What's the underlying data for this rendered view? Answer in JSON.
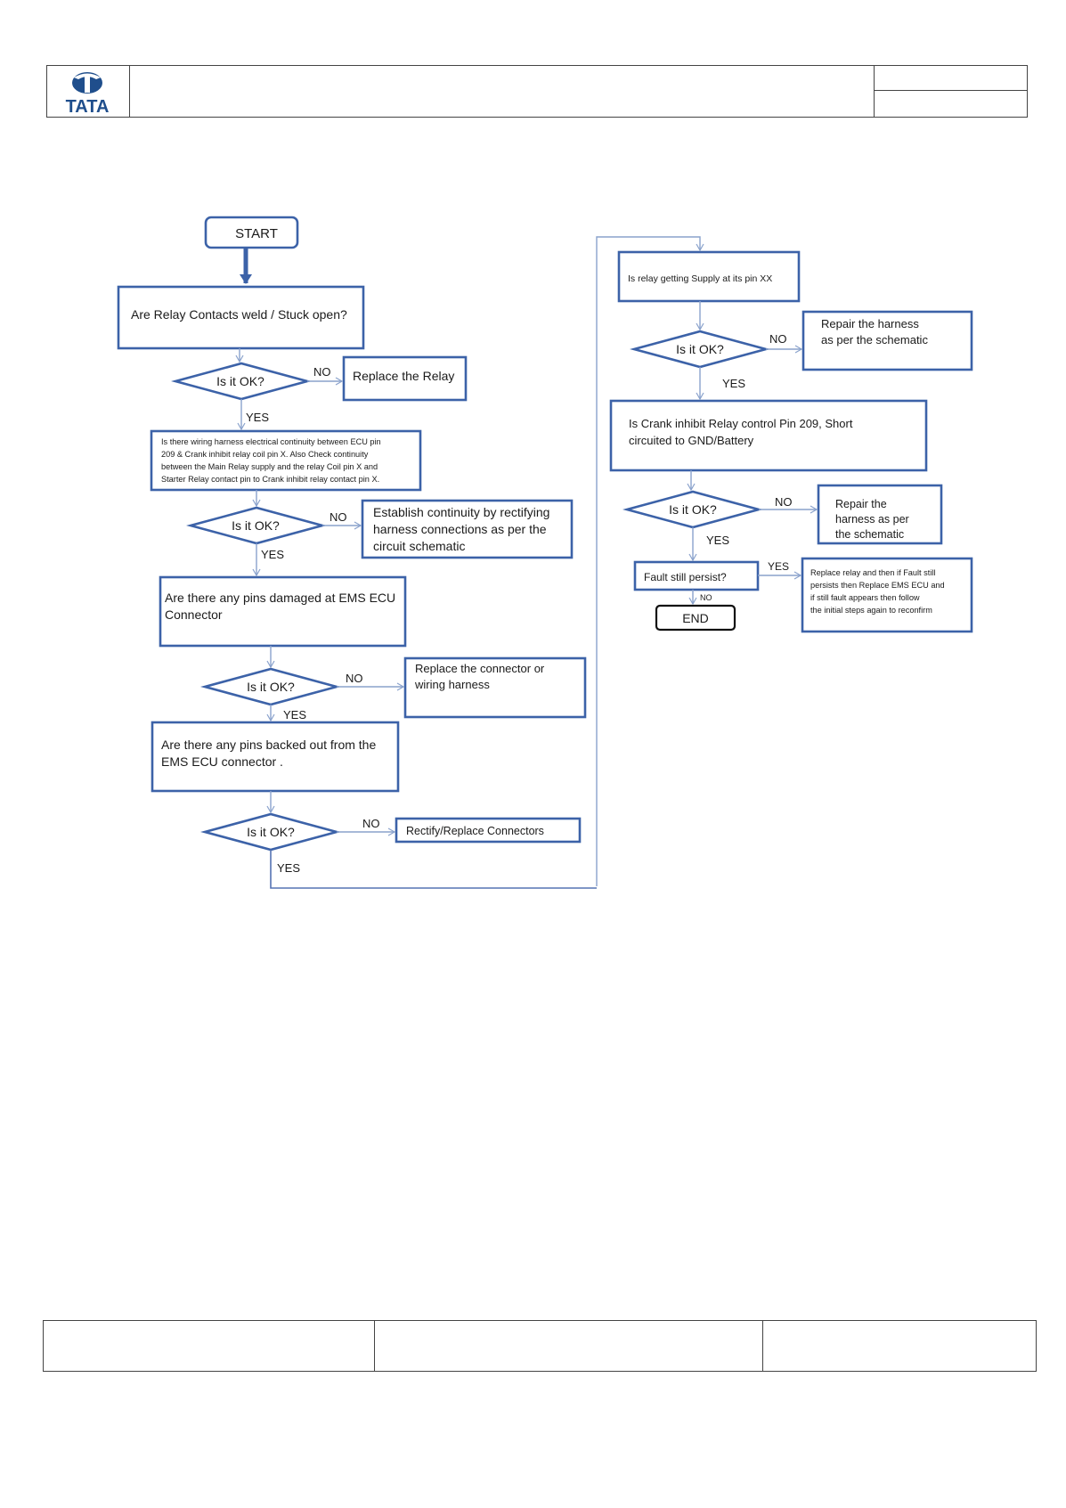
{
  "header": {
    "logo_text": "TATA",
    "title": "",
    "right_top": "",
    "right_bottom": ""
  },
  "flowchart": {
    "start": "START",
    "q_relay_contacts": "Are Relay Contacts weld / Stuck open?",
    "is_ok": "Is it OK?",
    "yes": "YES",
    "no": "NO",
    "replace_relay": "Replace the Relay",
    "continuity_check": [
      "Is there wiring harness electrical continuity between ECU pin",
      "209 & Crank inhibit relay coil pin X. Also Check continuity",
      "between the Main Relay supply and the relay Coil pin X and",
      "Starter Relay contact pin to Crank inhibit relay contact pin X."
    ],
    "establish_continuity": [
      "Establish continuity by rectifying",
      "harness connections as per the",
      "circuit schematic"
    ],
    "pins_damaged": [
      "Are there any pins damaged at EMS ECU",
      "Connector"
    ],
    "replace_connector": [
      "Replace the connector or",
      "wiring harness"
    ],
    "pins_backed_out": [
      "Are there any pins backed out from the",
      "EMS ECU connector ."
    ],
    "rectify_connectors": "Rectify/Replace Connectors",
    "relay_supply": "Is relay getting Supply at its pin XX",
    "repair_harness_1": [
      "Repair the harness",
      "as per the schematic"
    ],
    "crank_inhibit_short": [
      "Is Crank inhibit Relay control Pin 209, Short",
      "circuited to GND/Battery"
    ],
    "repair_harness_2": [
      "Repair the",
      "harness as per",
      "the schematic"
    ],
    "fault_persist": "Fault still persist?",
    "replace_relay_ecu": [
      "Replace relay and then if Fault still",
      "persists then Replace EMS ECU and",
      "if still  fault appears  then  follow",
      "the initial steps again  to reconfirm"
    ],
    "end": "END"
  },
  "footer": {
    "left": "",
    "center": "",
    "right": ""
  },
  "colors": {
    "box_border": "#3c62a8",
    "arrow": "#9fb4d6",
    "line": "#5573b3"
  }
}
